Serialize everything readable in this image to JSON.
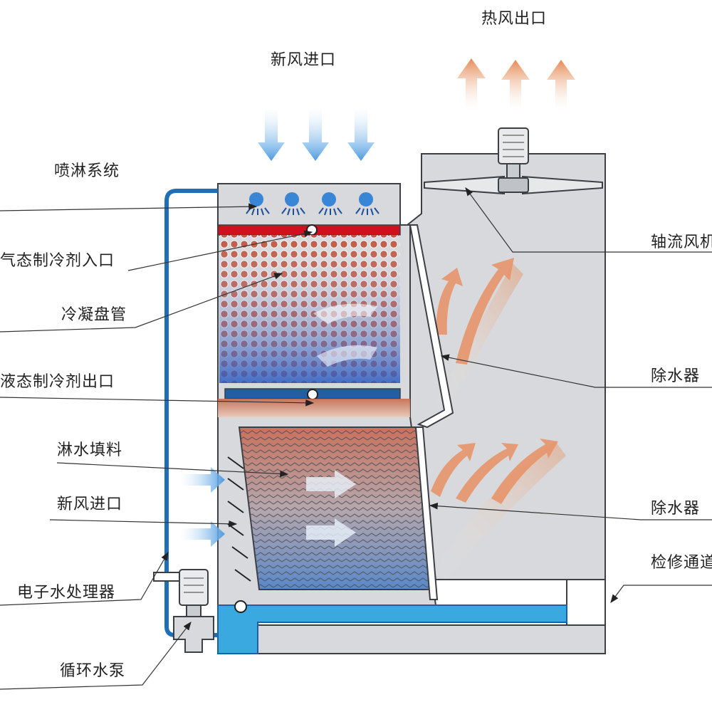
{
  "labels": {
    "hot_air_outlet": "热风出口",
    "fresh_air_inlet_top": "新风进口",
    "spray_system": "喷淋系统",
    "gas_refrigerant_inlet": "气态制冷剂入口",
    "condensing_coil": "冷凝盘管",
    "liquid_refrigerant_outlet": "液态制冷剂出口",
    "fill_media": "淋水填料",
    "fresh_air_inlet_side": "新风进口",
    "electronic_water_treater": "电子水处理器",
    "circulating_pump": "循环水泵",
    "axial_fan": "轴流风机",
    "drift_eliminator_upper": "除水器",
    "drift_eliminator_lower": "除水器",
    "maintenance_passage": "检修通道"
  },
  "colors": {
    "casing": "#d7d9dc",
    "outline": "#3c3f44",
    "pipe_blue": "#1f6fb8",
    "header_red": "#d0101e",
    "header_blue": "#1e5fa8",
    "basin_water": "#39a9e0",
    "cold_air": "#5aa9e6",
    "hot_air": "#e58d5c"
  },
  "icons": [
    "spray-nozzle-icon",
    "motor-icon",
    "fan-icon",
    "pump-icon",
    "cold-air-arrow-icon",
    "hot-air-arrow-icon"
  ]
}
